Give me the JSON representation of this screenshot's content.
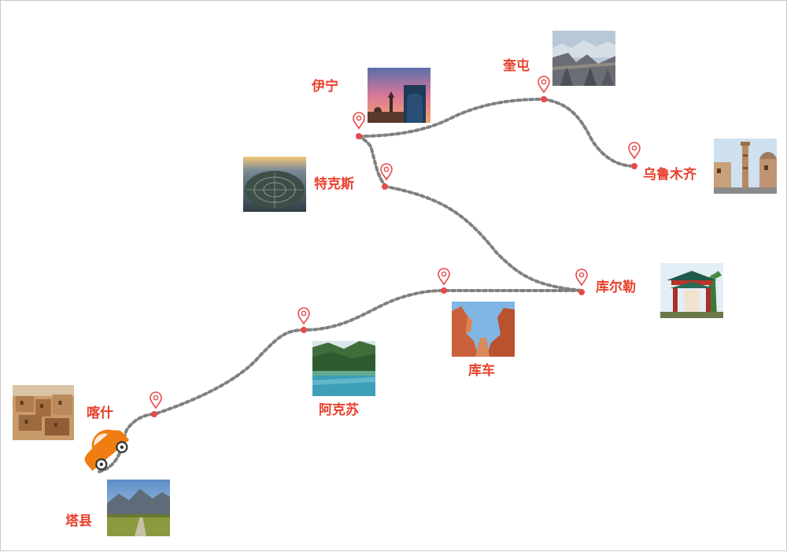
{
  "cities": {
    "kashgar": "喀什",
    "taxian": "塔县",
    "aksu": "阿克苏",
    "kuqa": "库车",
    "korla": "库尔勒",
    "tekes": "特克斯",
    "yining": "伊宁",
    "kuitun": "奎屯",
    "urumqi": "乌鲁木齐"
  },
  "colors": {
    "label": "#e8412c",
    "route": "#808080",
    "pin": "#e84a4a",
    "car": "#f07d12"
  },
  "icons": [
    "location-pin-icon",
    "car-icon"
  ]
}
